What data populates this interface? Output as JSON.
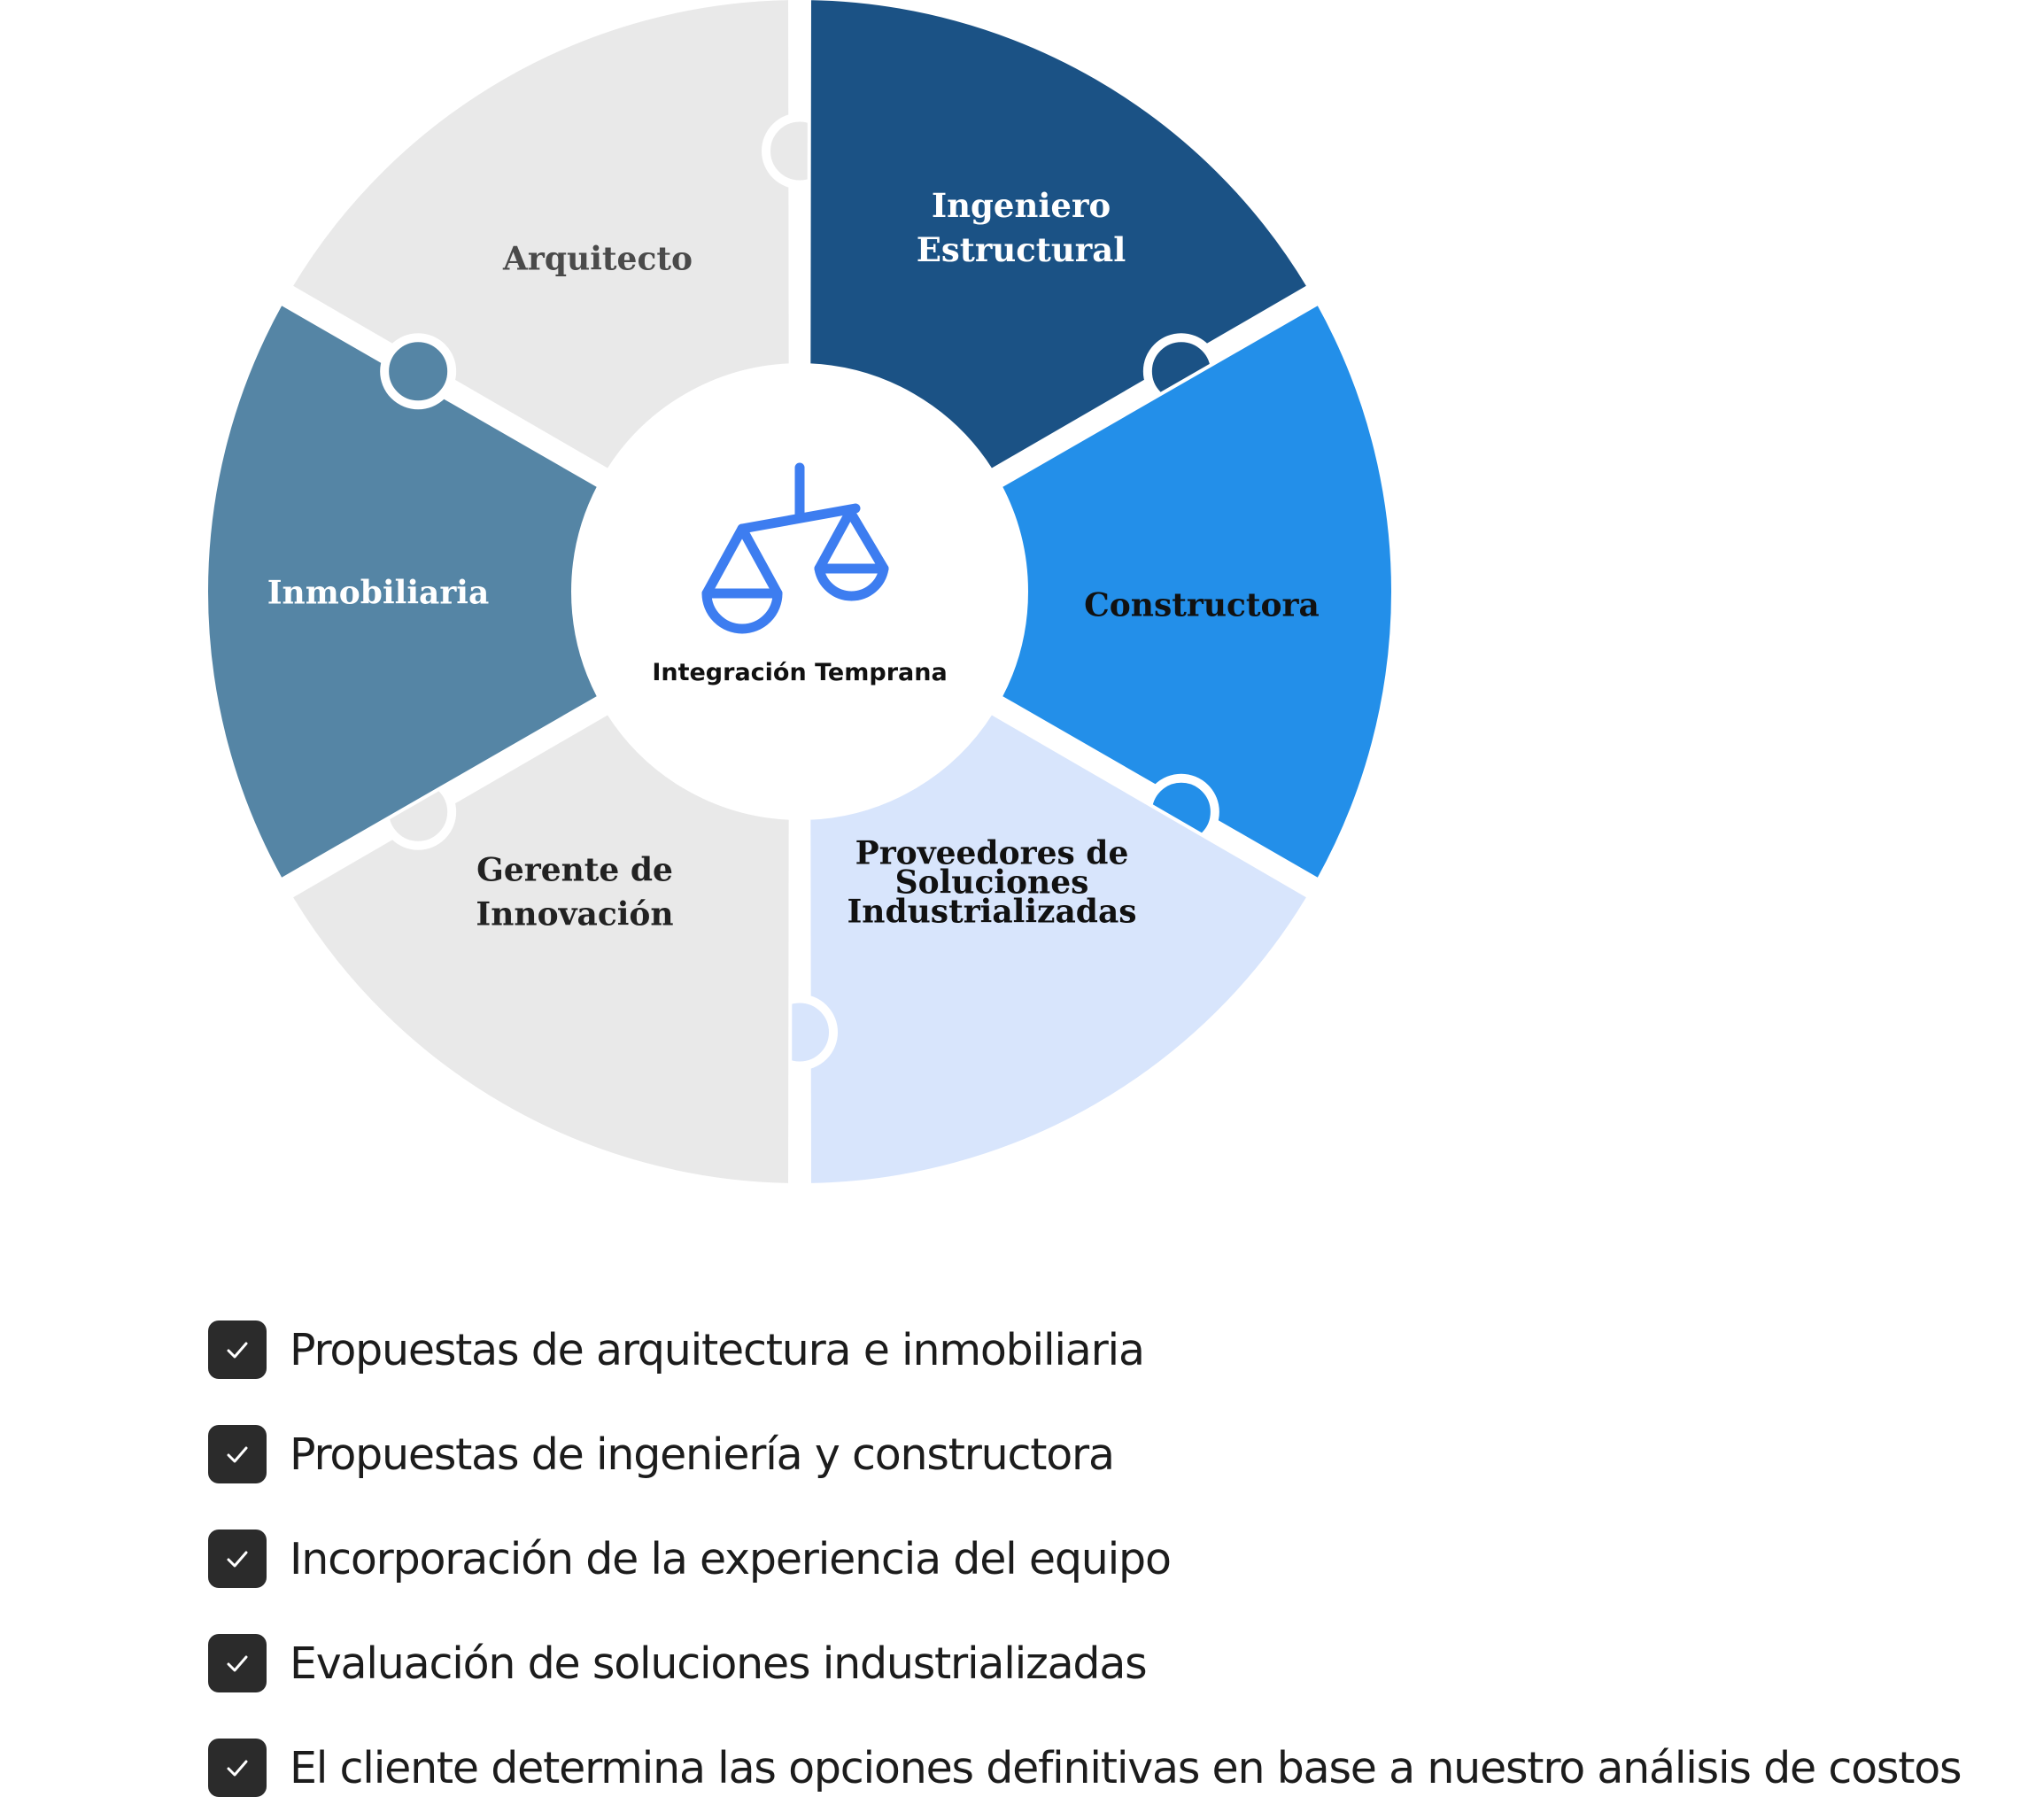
{
  "diagram": {
    "center": {
      "label": "Integración Temprana",
      "icon": "balance-scale-icon"
    },
    "segments": [
      {
        "key": "arquitecto",
        "lines": [
          "Arquitecto"
        ],
        "fill": "#e9e9e9",
        "text_color": "#4a4a4a"
      },
      {
        "key": "ingeniero",
        "lines": [
          "Ingeniero",
          "Estructural"
        ],
        "fill": "#1b5285",
        "text_color": "#ffffff"
      },
      {
        "key": "constructora",
        "lines": [
          "Constructora"
        ],
        "fill": "#238fe9",
        "text_color": "#111111"
      },
      {
        "key": "proveedores",
        "lines": [
          "Proveedores de",
          "Soluciones",
          "Industrializadas"
        ],
        "fill": "#d8e5fc",
        "text_color": "#111111"
      },
      {
        "key": "gerente",
        "lines": [
          "Gerente de",
          "Innovación"
        ],
        "fill": "#e9e9e9",
        "text_color": "#222222"
      },
      {
        "key": "inmobiliaria",
        "lines": [
          "Inmobiliaria"
        ],
        "fill": "#5585a5",
        "text_color": "#ffffff"
      }
    ],
    "icon_color": "#3d7df0"
  },
  "checklist": {
    "icon": "checkmark-icon",
    "items": [
      "Propuestas de arquitectura e inmobiliaria",
      "Propuestas de ingeniería y constructora",
      "Incorporación de la experiencia del equipo",
      "Evaluación de soluciones industrializadas",
      "El cliente determina las opciones definitivas en base a nuestro análisis de costos"
    ]
  }
}
